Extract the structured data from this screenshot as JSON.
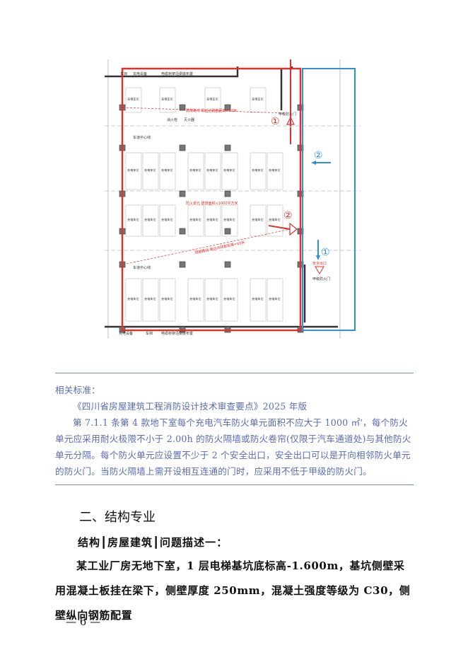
{
  "figure": {
    "labels": {
      "bumper": "车挡",
      "charger": "充电设备",
      "cable_tray": "电缆桥架沿梁底布置",
      "stall": "充电车位",
      "evac_route": "疏散路线 最远点疏散距离<60米",
      "extinguisher": "灭火器",
      "hydrant": "消火栓",
      "lane_center": "车道中心线",
      "fire_unit": "防火单元 建筑面积<1000平方米",
      "fire_door": "甲级防火门",
      "exit": "安全出口",
      "marker1": "①",
      "marker2": "②"
    },
    "colors": {
      "fire_unit_border": "#e0302a",
      "adjacent_unit_border": "#2f8fe0"
    }
  },
  "standard": {
    "label": "相关标准：",
    "source": "《四川省房屋建筑工程消防设计技术审查要点》2025 年版",
    "text": "第 7.1.1 条第 4 款地下室每个充电汽车防火单元面积不应大于 1000 ㎡'，每个防火单元应采用耐火极限不小于  2.00h  的防火隔墙或防火卷帘(仅限于汽车通道处)与其他防火单元分隔。每个防火单元应设置不少于 2 个安全出口，安全出口可以是开向相邻防火单元的防火门。当防火隔墙上需开设相互连通的门时，应采用不低于甲级的防火门。"
  },
  "section": {
    "heading": "二、结构专业",
    "subheading": "结构┃房屋建筑┃问题描述一：",
    "body": "某工业厂房无地下室，1 层电梯基坑底标高-1.600m，基坑侧壁采用混凝土板挂在梁下，侧壁厚度 250mm，混凝土强度等级为 C30，侧壁纵向钢筋配置"
  },
  "page_number": "— 6 —"
}
